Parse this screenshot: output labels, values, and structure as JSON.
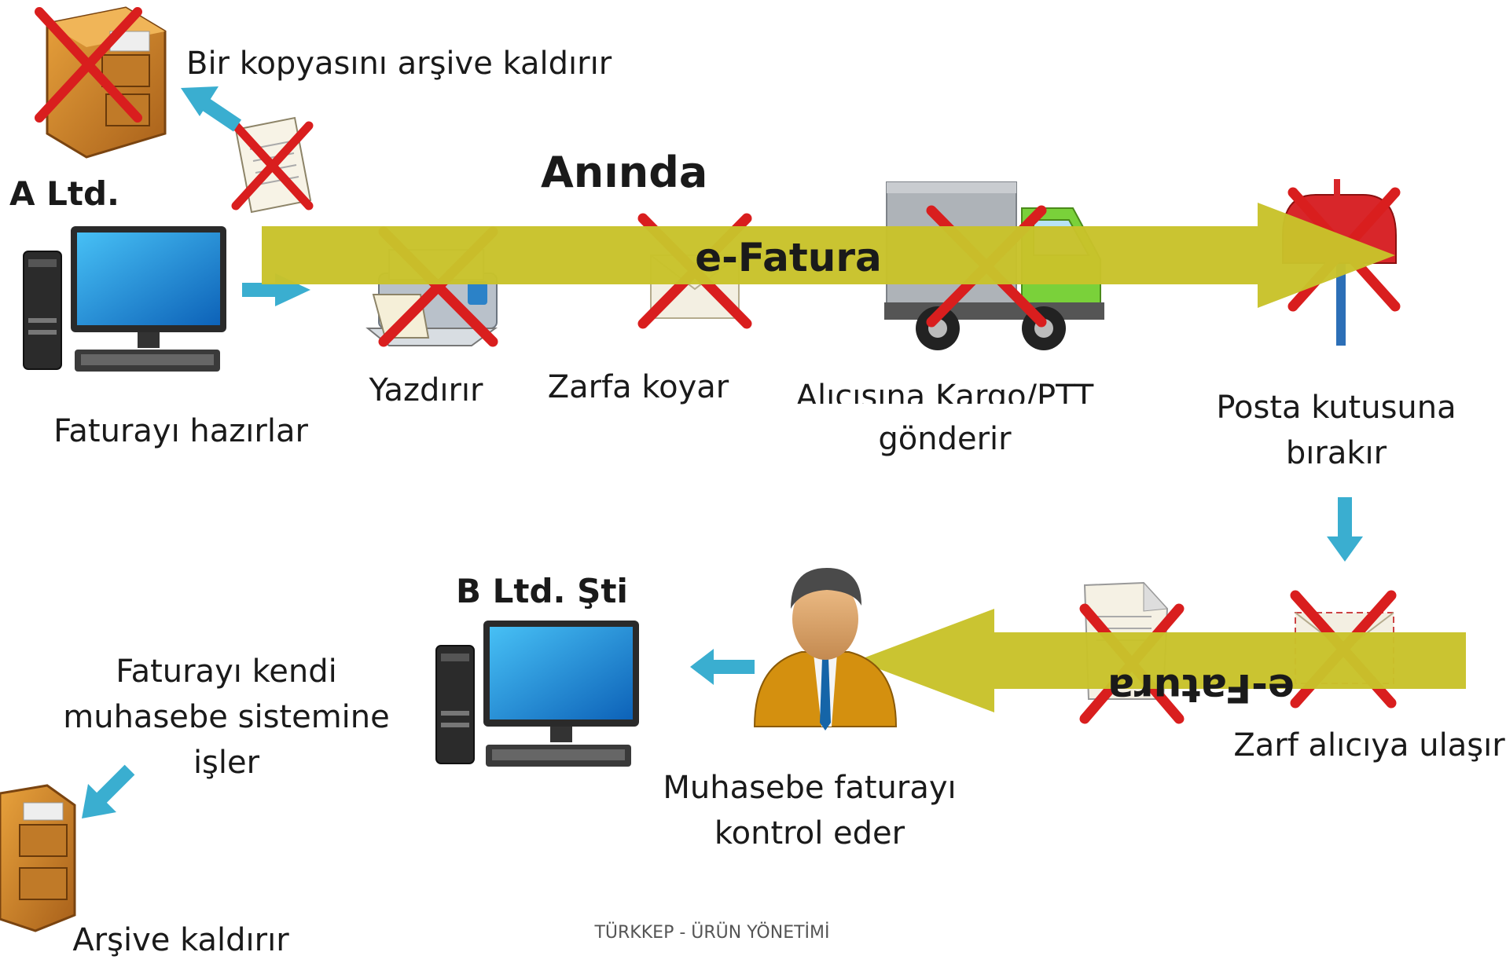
{
  "colors": {
    "big_arrow": "#c8c22a",
    "small_arrow": "#3aaed0",
    "cross": "#d91e1e",
    "text": "#1a1a1a"
  },
  "icons": [
    "cabinet-icon",
    "document-icon",
    "computer-icon",
    "printer-icon",
    "envelope-icon",
    "truck-icon",
    "mailbox-icon",
    "person-icon"
  ],
  "top": {
    "company": "A Ltd.",
    "instant": "Anında",
    "arrow_label": "e-Fatura",
    "archive_copy": "Bir kopyasını arşive kaldırır",
    "prepare": "Faturayı hazırlar",
    "print": "Yazdırır",
    "envelope": "Zarfa koyar",
    "ship_line1": "Alıcısına Kargo/PTT",
    "ship_line2": "gönderir",
    "mailbox_line1": "Posta kutusuna",
    "mailbox_line2": "bırakır"
  },
  "bottom": {
    "company": "B Ltd. Şti",
    "arrow_label": "e-Fatura",
    "reaches": "Zarf alıcıya ulaşır",
    "check_line1": "Muhasebe faturayı",
    "check_line2": "kontrol eder",
    "post_line1": "Faturayı kendi",
    "post_line2": "muhasebe sistemine",
    "post_line3": "işler",
    "archive": "Arşive kaldırır"
  },
  "footer": "TÜRKKEP - ÜRÜN YÖNETİMİ"
}
